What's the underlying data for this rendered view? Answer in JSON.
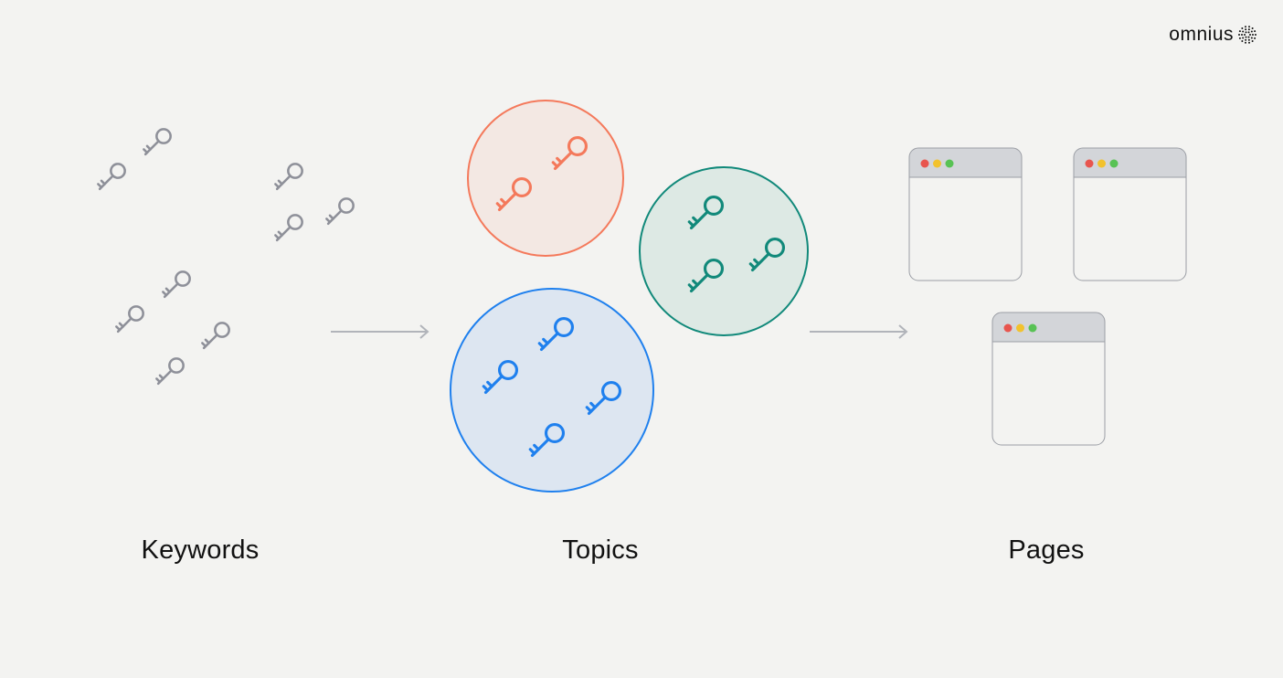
{
  "logo": {
    "text": "omnius"
  },
  "labels": {
    "keywords": "Keywords",
    "topics": "Topics",
    "pages": "Pages"
  },
  "colors": {
    "background": "#f3f3f1",
    "keyword_gray": "#8e9099",
    "topic_orange": "#f4795b",
    "topic_orange_fill": "#f3e8e3",
    "topic_teal": "#11897a",
    "topic_teal_fill": "#dde9e4",
    "topic_blue": "#1f80ee",
    "topic_blue_fill": "#dde6f1",
    "arrow": "#b1b4ba",
    "window_titlebar": "#d3d5d9",
    "window_border": "#9b9ea5",
    "dot_red": "#e8554e",
    "dot_yellow": "#f2c22d",
    "dot_green": "#58c254"
  },
  "icons": [
    "key-icon",
    "browser-window-icon",
    "arrow-right-icon",
    "omnius-logo-icon"
  ]
}
